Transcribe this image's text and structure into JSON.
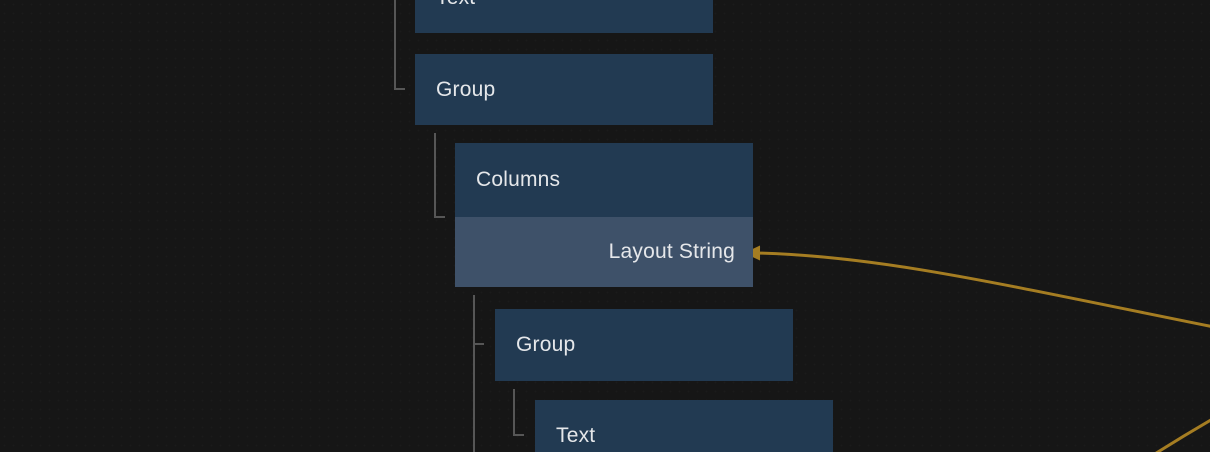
{
  "canvas": {
    "background_color": "#161616",
    "node_color": "#223a52",
    "node_highlight_row_color": "#3e5169",
    "tree_line_color": "#565656",
    "wire_color": "#a57d22",
    "text_color": "#e5e7ea"
  },
  "nodes": [
    {
      "id": "text-top",
      "label": "Text"
    },
    {
      "id": "group-upper",
      "label": "Group"
    },
    {
      "id": "columns",
      "label": "Columns",
      "property_row": {
        "label": "Layout String"
      }
    },
    {
      "id": "group-lower",
      "label": "Group"
    },
    {
      "id": "text-bottom",
      "label": "Text"
    }
  ]
}
